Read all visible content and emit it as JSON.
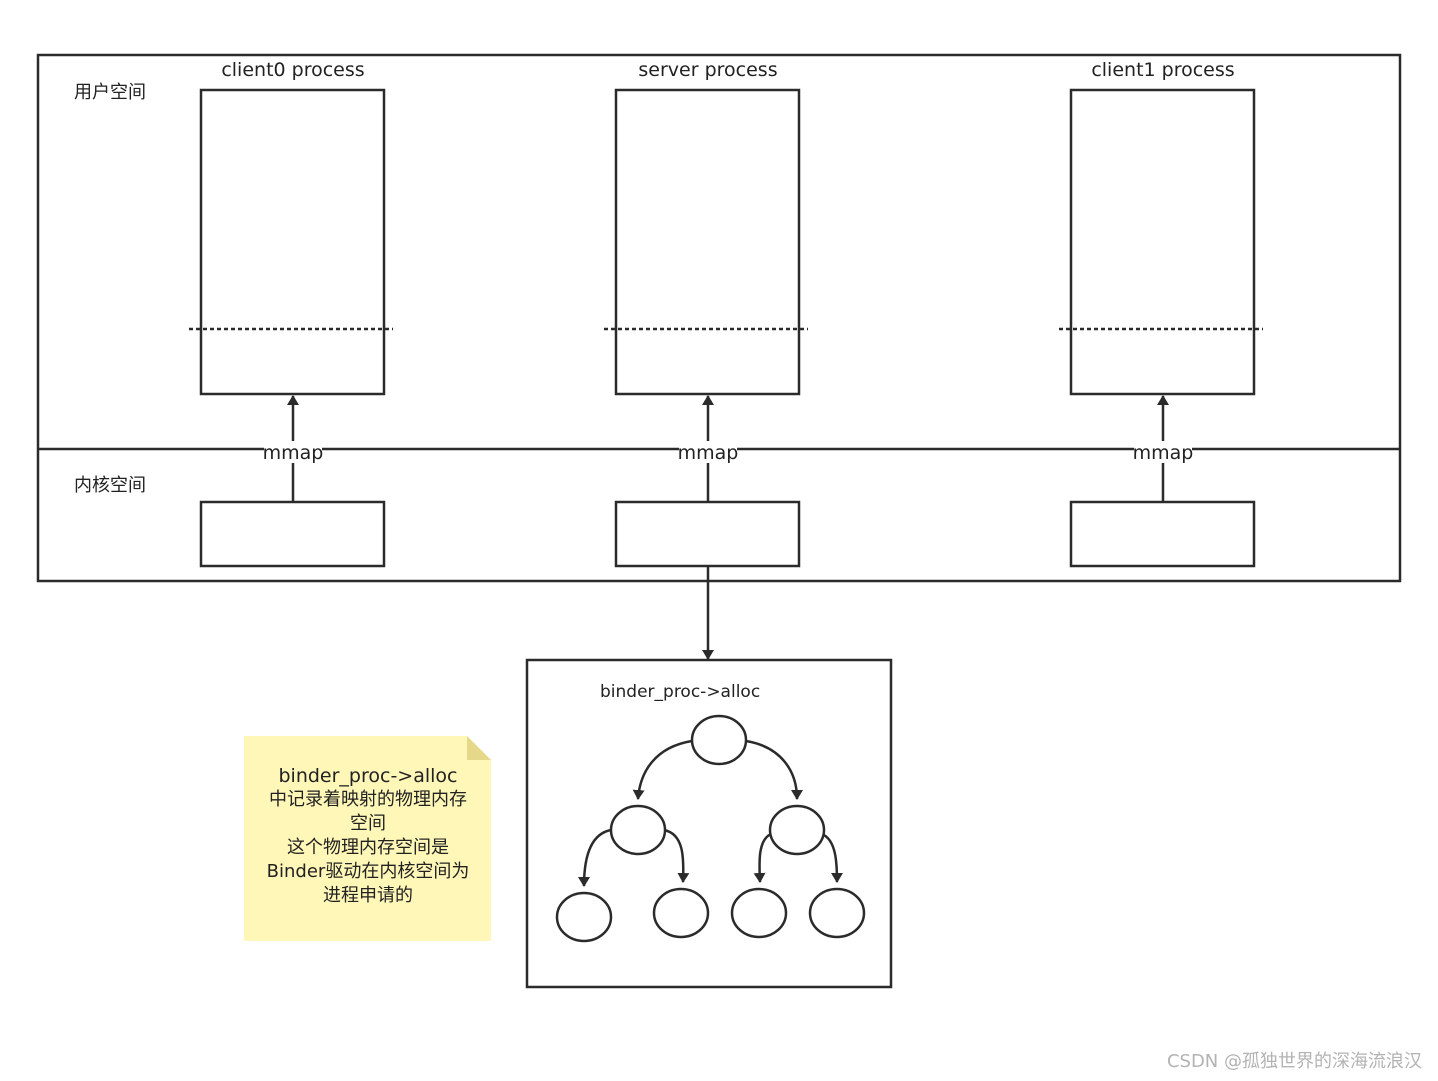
{
  "regions": {
    "user_space_label": "用户空间",
    "kernel_space_label": "内核空间"
  },
  "processes": [
    {
      "name": "client0 process",
      "map_label": "mmap"
    },
    {
      "name": "server process",
      "map_label": "mmap"
    },
    {
      "name": "client1 process",
      "map_label": "mmap"
    }
  ],
  "alloc_box": {
    "title": "binder_proc->alloc"
  },
  "note": {
    "lines": [
      "binder_proc->alloc",
      "中记录着映射的物理内存",
      "空间",
      "这个物理内存空间是",
      "Binder驱动在内核空间为",
      "进程申请的"
    ],
    "fill_color": "#fff7b8",
    "fold_color": "#e6d88a"
  },
  "watermark": "CSDN @孤独世界的深海流浪汉",
  "colors": {
    "stroke": "#2b2b2b",
    "background": "#ffffff"
  }
}
